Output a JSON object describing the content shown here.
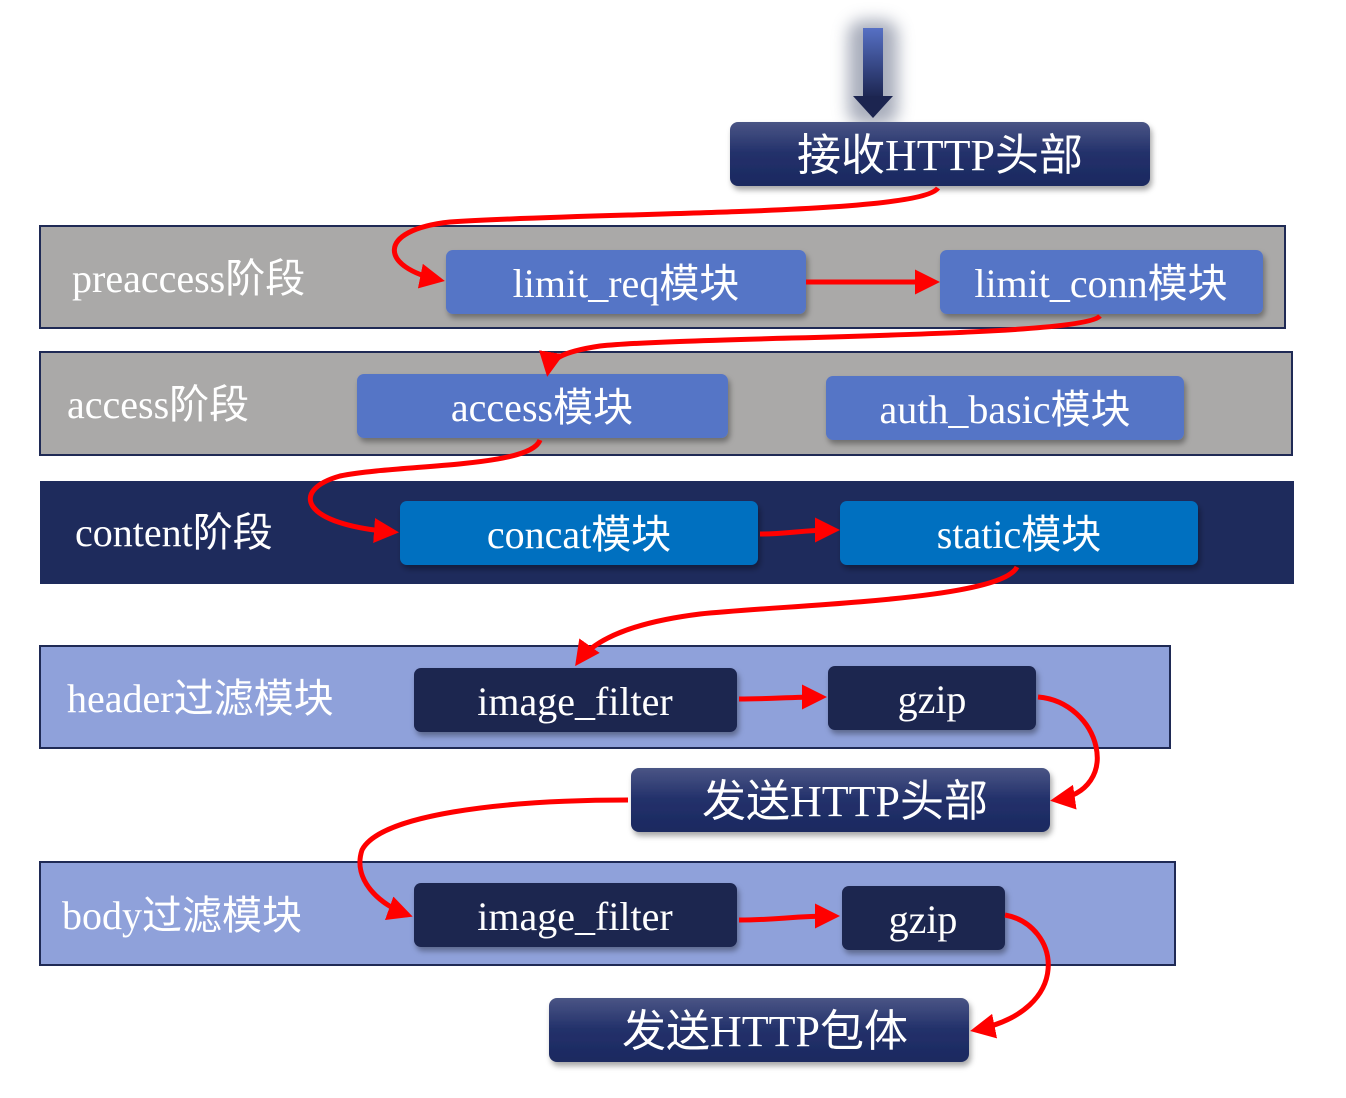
{
  "colors": {
    "gray_band": "#aaa9a8",
    "dark_band": "#1e2b5c",
    "light_band": "#8fa1da",
    "blue_box": "#5574c6",
    "content_box": "#0070c0",
    "dark_box": "#1c2550",
    "arrow": "#ff0000"
  },
  "top": {
    "receive_header": "接收HTTP头部"
  },
  "preaccess": {
    "label": "preaccess阶段",
    "modules": [
      "limit_req模块",
      "limit_conn模块"
    ]
  },
  "access": {
    "label": "access阶段",
    "modules": [
      "access模块",
      "auth_basic模块"
    ]
  },
  "content": {
    "label": "content阶段",
    "modules": [
      "concat模块",
      "static模块"
    ]
  },
  "header_filter": {
    "label": "header过滤模块",
    "modules": [
      "image_filter",
      "gzip"
    ]
  },
  "send_header": "发送HTTP头部",
  "body_filter": {
    "label": "body过滤模块",
    "modules": [
      "image_filter",
      "gzip"
    ]
  },
  "send_body": "发送HTTP包体"
}
